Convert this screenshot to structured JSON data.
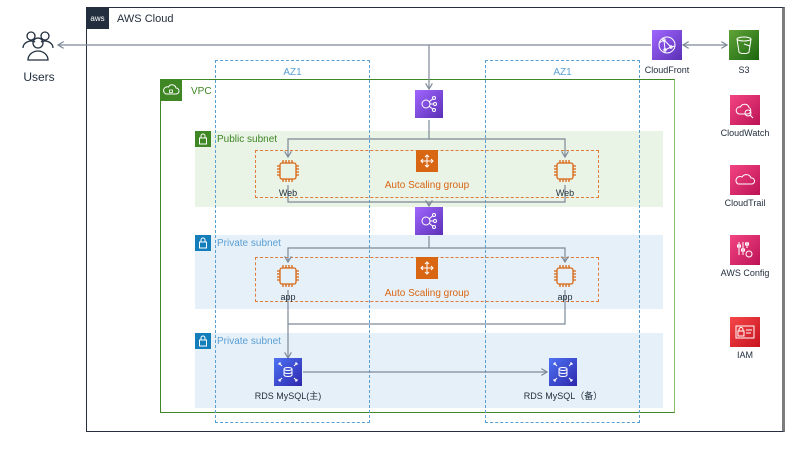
{
  "users": {
    "label": "Users",
    "icon": "users-icon"
  },
  "aws_cloud": {
    "title": "AWS Cloud",
    "badge": "aws"
  },
  "vpc": {
    "title": "VPC"
  },
  "availability_zones": [
    {
      "label": "AZ1"
    },
    {
      "label": "AZ1"
    }
  ],
  "subnets": [
    {
      "type": "public",
      "label": "Public subnet"
    },
    {
      "type": "private",
      "label": "Private subnet"
    },
    {
      "type": "private",
      "label": "Private subnet"
    }
  ],
  "web_tier": {
    "asg_label": "Auto Scaling group",
    "instances": [
      {
        "label": "Web"
      },
      {
        "label": "Web"
      }
    ]
  },
  "app_tier": {
    "asg_label": "Auto Scaling group",
    "instances": [
      {
        "label": "app"
      },
      {
        "label": "app"
      }
    ]
  },
  "databases": [
    {
      "label": "RDS MySQL(主)"
    },
    {
      "label": "RDS MySQL（备）"
    }
  ],
  "edge_services": [
    {
      "label": "CloudFront",
      "color": "#8c4fff"
    },
    {
      "label": "S3",
      "color": "#3f8624"
    }
  ],
  "side_services": [
    {
      "label": "CloudWatch",
      "color": "#e7157b"
    },
    {
      "label": "CloudTrail",
      "color": "#e7157b"
    },
    {
      "label": "AWS Config",
      "color": "#e7157b"
    },
    {
      "label": "IAM",
      "color": "#dd344c"
    }
  ],
  "colors": {
    "vpc_green": "#3f8624",
    "az_blue": "#5a9fd4",
    "asg_orange": "#d86613",
    "elb_purple": "#8c4fff",
    "rds_blue": "#3b48cc",
    "connector_gray": "#7d8998"
  }
}
